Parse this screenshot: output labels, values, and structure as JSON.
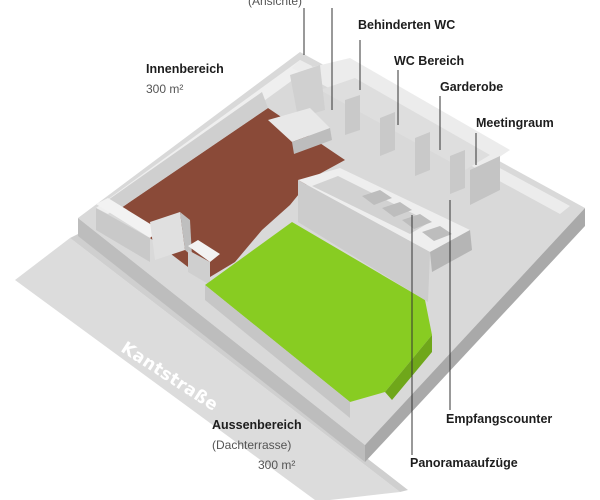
{
  "street": "Kantstraße",
  "labels": {
    "ansichte": "(Ansichte)",
    "behinderten_wc": "Behinderten WC",
    "wc_bereich": "WC Bereich",
    "garderobe": "Garderobe",
    "meetingraum": "Meetingraum",
    "innenbereich": "Innenbereich",
    "innenbereich_area": "300 m²",
    "aussenbereich": "Aussenbereich",
    "aussenbereich_sub": "(Dachterrasse)",
    "aussenbereich_area": "300 m²",
    "empfangscounter": "Empfangscounter",
    "panoramaaufzuege": "Panoramaaufzüge"
  },
  "colors": {
    "floor_inside": "#8a4a38",
    "terrace": "#88cc22",
    "wall": "#e3e3e3",
    "ground": "#d6d6d6",
    "street": "#dedede"
  }
}
